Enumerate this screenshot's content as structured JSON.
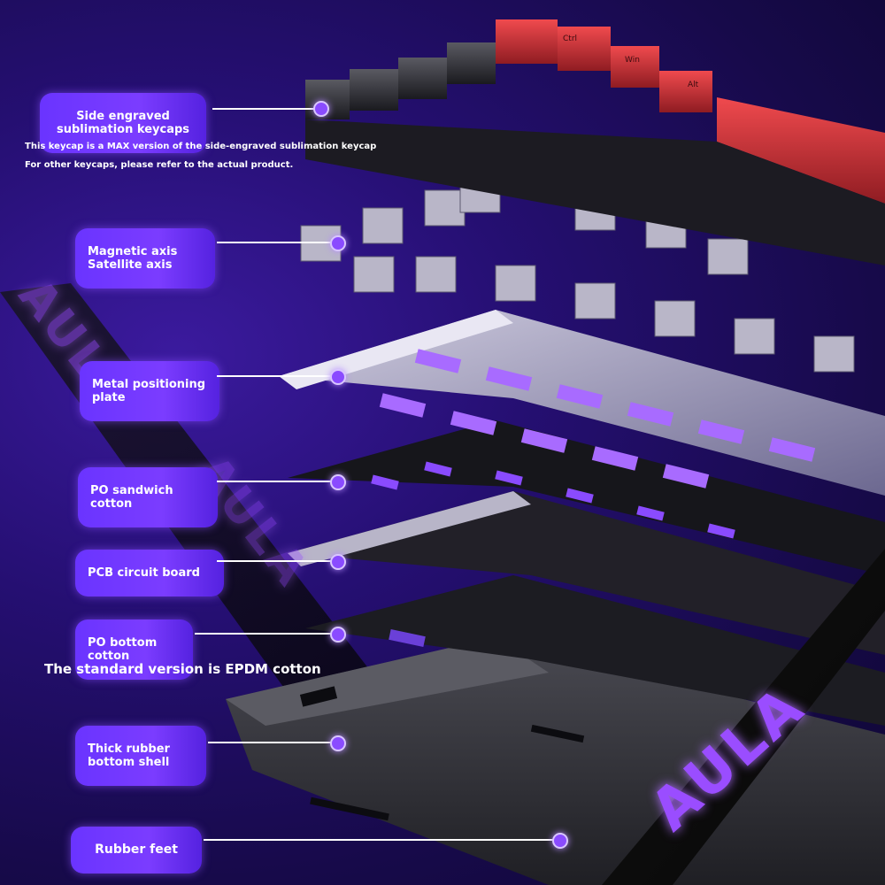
{
  "labels": {
    "keycaps": "Side engraved\nsublimation keycaps",
    "switches": "Magnetic axis\nSatellite axis",
    "plate": "Metal positioning\nplate",
    "sandwich": "PO sandwich\ncotton",
    "pcb": "PCB circuit board",
    "bottom_cotton": "PO bottom\ncotton",
    "shell": "Thick rubber\nbottom shell",
    "feet": "Rubber feet"
  },
  "notes": {
    "keycap_note_1": "This keycap is a MAX version of the side-engraved sublimation keycap",
    "keycap_note_2": "For other keycaps, please refer to the actual product.",
    "epdm_note": "The standard version is EPDM cotton"
  },
  "keycap_legends": {
    "ctrl": "Ctrl",
    "win": "Win",
    "alt": "Alt"
  },
  "brand": {
    "logo_text": "AULA"
  },
  "colors": {
    "accent": "#7b3cff",
    "keycap_red": "#d8353a",
    "background": "#250f72"
  }
}
